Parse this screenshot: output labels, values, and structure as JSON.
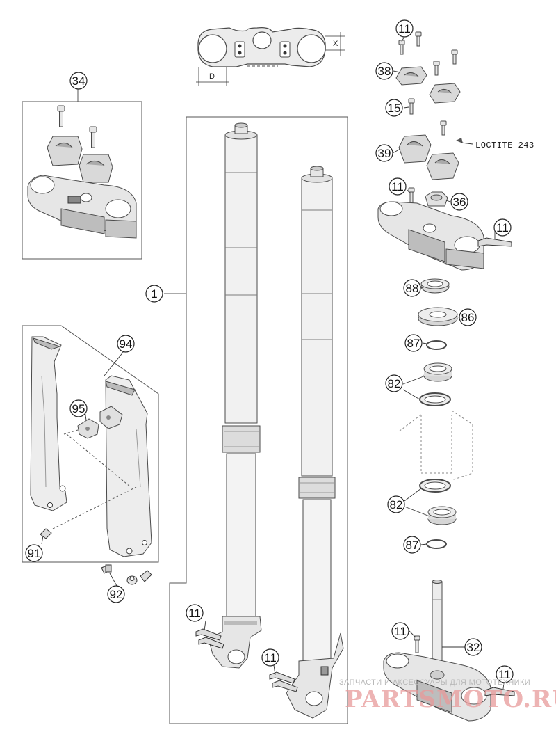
{
  "colors": {
    "part_fill": "#e6e6e6",
    "part_dark": "#9a9a9a",
    "part_stroke": "#4a4a4a",
    "frame": "#555555",
    "watermark_logo": "#e07a7a"
  },
  "top_clamp_dims": {
    "x_label": "X",
    "d_label": "D"
  },
  "callouts": {
    "c1": "1",
    "c11": "11",
    "c15": "15",
    "c32": "32",
    "c34": "34",
    "c36": "36",
    "c38": "38",
    "c39": "39",
    "c82": "82",
    "c86": "86",
    "c87": "87",
    "c88": "88",
    "c91": "91",
    "c92": "92",
    "c94": "94",
    "c95": "95"
  },
  "loctite_note": "LOCTITE 243",
  "watermark": {
    "caption": "ЗАПЧАСТИ И АКСЕССУАРЫ ДЛЯ МОТОТЕХНИКИ",
    "logo": "PARTSMOTO.RU"
  }
}
